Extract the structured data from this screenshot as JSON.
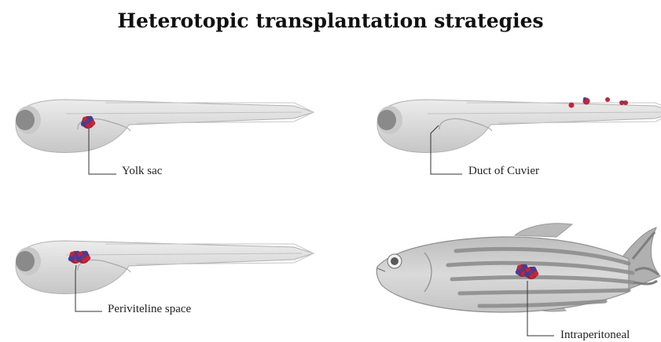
{
  "title": "Heterotopic transplantation strategies",
  "panels": [
    {
      "id": "yolk-sac",
      "label": "Yolk sac"
    },
    {
      "id": "duct-of-cuvier",
      "label": "Duct of Cuvier"
    },
    {
      "id": "periviteline-space",
      "label": "Periviteline space"
    },
    {
      "id": "intraperitoneal",
      "label": "Intraperitoneal"
    }
  ],
  "colors": {
    "larva_body": "#d9d9d9",
    "larva_outline": "#b3b3b3",
    "eye": "#8a8a8a",
    "adult_body": "#cfcfcf",
    "adult_stripe": "#8e8e8e",
    "tumor_red": "#c0273a",
    "tumor_blue": "#3d3f9e",
    "leader_line": "#333333"
  }
}
